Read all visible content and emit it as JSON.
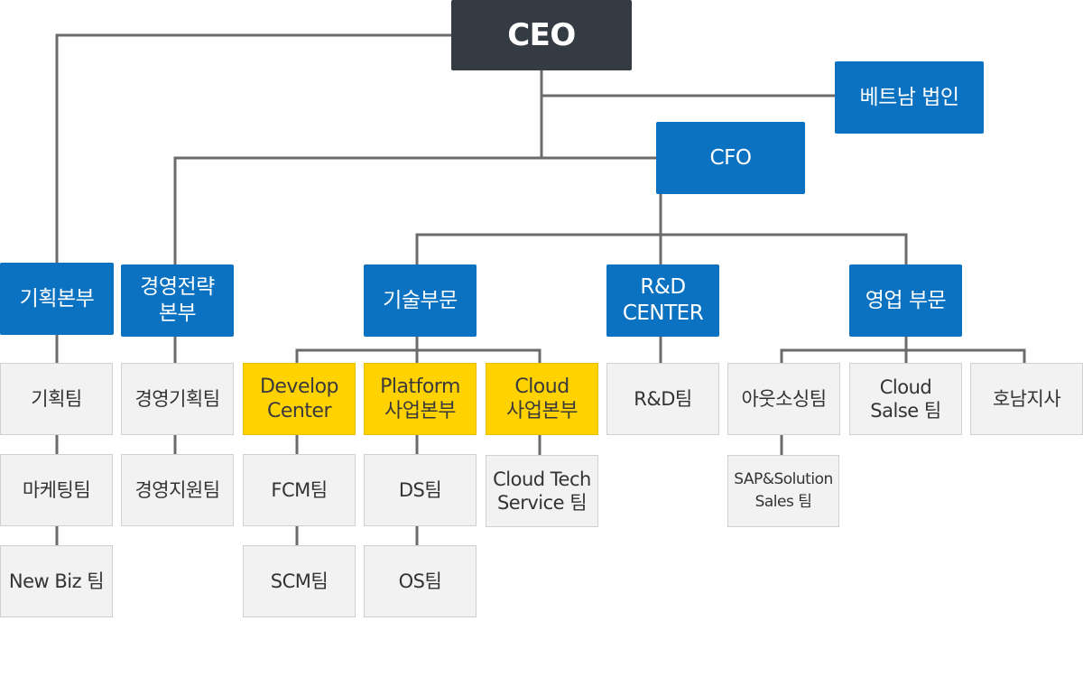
{
  "ceo": "CEO",
  "vietnam": "베트남 법인",
  "cfo": "CFO",
  "divisions": {
    "planning": "기획본부",
    "strategy": "경영전략\n본부",
    "tech": "기술부문",
    "rnd": "R&D\nCENTER",
    "sales": "영업 부문"
  },
  "planning_teams": [
    "기획팀",
    "마케팅팀",
    "New Biz 팀"
  ],
  "strategy_teams": [
    "경영기획팀",
    "경영지원팀"
  ],
  "tech_units": [
    "Develop\nCenter",
    "Platform\n사업본부",
    "Cloud\n사업본부"
  ],
  "develop_teams": [
    "FCM팀",
    "SCM팀"
  ],
  "platform_teams": [
    "DS팀",
    "OS팀"
  ],
  "cloud_teams": [
    "Cloud Tech\nService 팀"
  ],
  "rnd_teams": [
    "R&D팀"
  ],
  "sales_teams": [
    "아웃소싱팀",
    "Cloud\nSalse 팀",
    "호남지사"
  ],
  "outsourcing_sub": [
    "SAP&Solution\nSales 팀"
  ],
  "colors": {
    "ceo": "#353b43",
    "primary": "#0b72c1",
    "highlight": "#ffd200",
    "team": "#f2f2f2",
    "connector": "#6b6b6b"
  }
}
